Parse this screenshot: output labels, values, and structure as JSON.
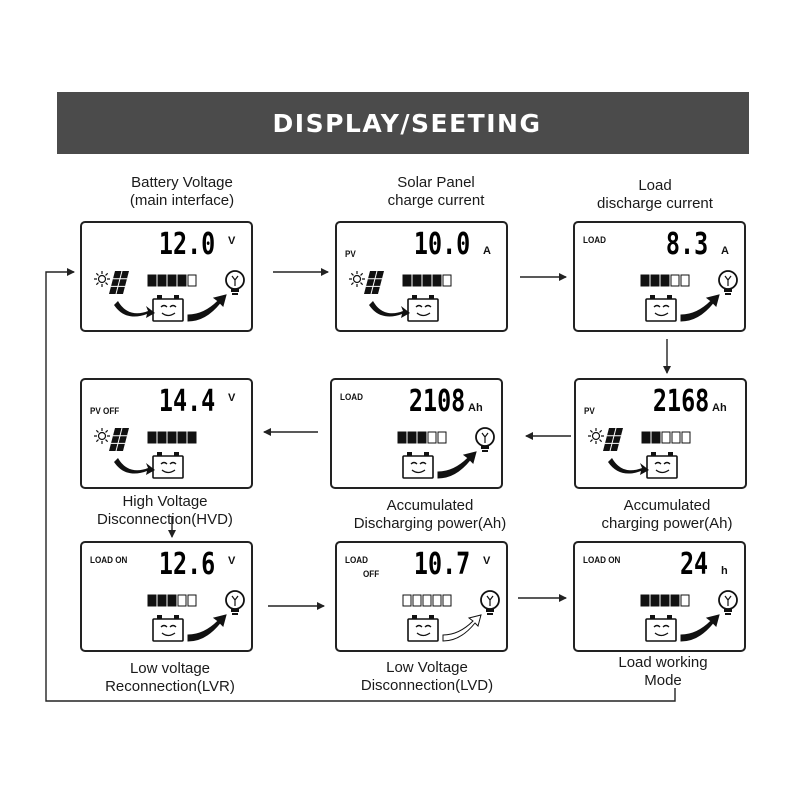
{
  "banner": {
    "title": "DISPLAY/SEETING"
  },
  "screens": [
    {
      "id": "battery",
      "caption": [
        "Battery Voltage",
        "(main interface)"
      ],
      "label1": "",
      "label2": "",
      "value": "12.0",
      "unit": "V",
      "battery_bars": 4,
      "bulb": true,
      "solar": true,
      "flow_in": true,
      "flow_out": true,
      "flow_out_filled": true
    },
    {
      "id": "solar-current",
      "caption": [
        "Solar Panel",
        "charge current"
      ],
      "label1": "PV",
      "label2": "",
      "value": "10.0",
      "unit": "A",
      "battery_bars": 4,
      "bulb": false,
      "solar": true,
      "flow_in": true,
      "flow_out": false,
      "flow_out_filled": true
    },
    {
      "id": "load-current",
      "caption": [
        "Load",
        "discharge current"
      ],
      "label1": "LOAD",
      "label2": "",
      "value": "8.3",
      "unit": "A",
      "battery_bars": 3,
      "bulb": true,
      "solar": false,
      "flow_in": false,
      "flow_out": true,
      "flow_out_filled": true
    },
    {
      "id": "hvd",
      "caption": [
        "High Voltage",
        "Disconnection(HVD)"
      ],
      "label1": "PV OFF",
      "label2": "",
      "value": "14.4",
      "unit": "V",
      "battery_bars": 5,
      "bulb": false,
      "solar": true,
      "flow_in": true,
      "flow_out": false,
      "flow_out_filled": true
    },
    {
      "id": "discharge-ah",
      "caption": [
        "Accumulated",
        "Discharging power(Ah)"
      ],
      "label1": "LOAD",
      "label2": "",
      "value": "2108",
      "unit": "Ah",
      "battery_bars": 3,
      "bulb": true,
      "solar": false,
      "flow_in": false,
      "flow_out": true,
      "flow_out_filled": true
    },
    {
      "id": "charge-ah",
      "caption": [
        "Accumulated",
        "charging power(Ah)"
      ],
      "label1": "PV",
      "label2": "",
      "value": "2168",
      "unit": "Ah",
      "battery_bars": 2,
      "bulb": false,
      "solar": true,
      "flow_in": true,
      "flow_out": false,
      "flow_out_filled": true
    },
    {
      "id": "lvr",
      "caption": [
        "Low voltage",
        "Reconnection(LVR)"
      ],
      "label1": "LOAD ON",
      "label2": "",
      "value": "12.6",
      "unit": "V",
      "battery_bars": 3,
      "bulb": true,
      "solar": false,
      "flow_in": false,
      "flow_out": true,
      "flow_out_filled": true
    },
    {
      "id": "lvd",
      "caption": [
        "Low Voltage",
        "Disconnection(LVD)"
      ],
      "label1": "LOAD",
      "label2": "OFF",
      "value": "10.7",
      "unit": "V",
      "battery_bars": 0,
      "bulb": true,
      "solar": false,
      "flow_in": false,
      "flow_out": true,
      "flow_out_filled": false
    },
    {
      "id": "load-mode",
      "caption": [
        "Load working",
        "Mode"
      ],
      "label1": "LOAD ON",
      "label2": "",
      "value": "24",
      "unit": "h",
      "battery_bars": 4,
      "bulb": true,
      "solar": false,
      "flow_in": false,
      "flow_out": true,
      "flow_out_filled": true
    }
  ]
}
